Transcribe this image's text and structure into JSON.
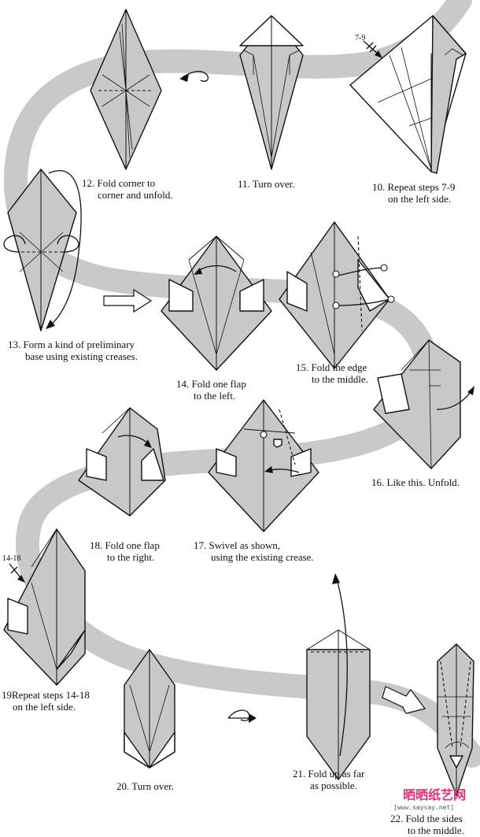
{
  "captions": {
    "step10": [
      "10. Repeat steps 7-9",
      "on the left side."
    ],
    "step11": [
      "11. Turn over."
    ],
    "step12": [
      "12. Fold corner to",
      "corner and unfold."
    ],
    "step13": [
      "13. Form a kind of preliminary",
      "base using existing creases."
    ],
    "step14": [
      "14. Fold one flap",
      "to the left."
    ],
    "step15": [
      "15. Fold the edge",
      "to the middle."
    ],
    "step16": [
      "16. Like this. Unfold."
    ],
    "step17": [
      "17. Swivel as shown,",
      "using the existing crease."
    ],
    "step18": [
      "18. Fold one flap",
      "to the right."
    ],
    "step19": [
      "19Repeat steps 14-18",
      "on the left side."
    ],
    "step20": [
      "20. Turn over."
    ],
    "step21": [
      "21. Fold up as far",
      "as possible."
    ],
    "step22": [
      "22. Fold the sides",
      "to the middle."
    ]
  },
  "repeat_labels": {
    "step10": "7-9",
    "step19": "14-18"
  },
  "watermark": {
    "title": "晒晒纸艺网",
    "url": "[www.saysay.net]"
  },
  "colors": {
    "paper": "#c8c8c8",
    "path_band": "#c9c9c9",
    "watermark": "#e3327a"
  }
}
